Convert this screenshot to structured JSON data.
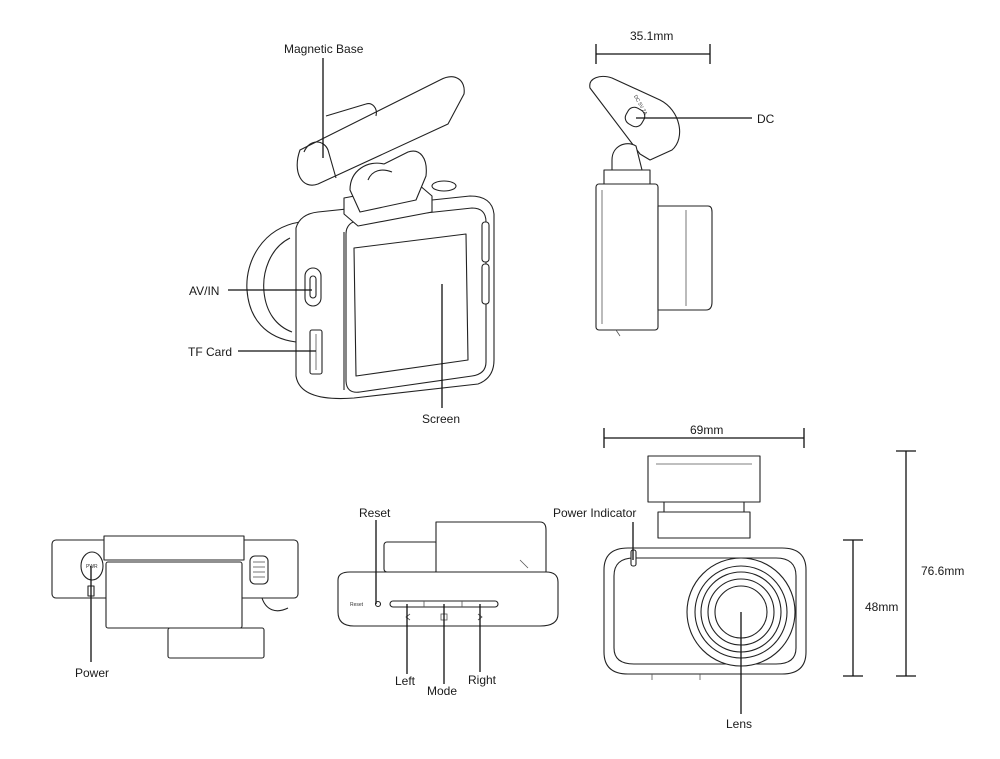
{
  "labels": {
    "magnetic_base": "Magnetic Base",
    "av_in": "AV/IN",
    "tf_card": "TF Card",
    "screen": "Screen",
    "dc": "DC",
    "power": "Power",
    "reset": "Reset",
    "left": "Left",
    "mode": "Mode",
    "right": "Right",
    "power_indicator": "Power Indicator",
    "lens": "Lens"
  },
  "dimensions": {
    "depth": "35.1mm",
    "width": "69mm",
    "body_height": "48mm",
    "total_height": "76.6mm"
  },
  "device_markings": {
    "dc_port": "DC 5V 2A",
    "reset_mark": "Reset",
    "power_mark": "PWR"
  }
}
